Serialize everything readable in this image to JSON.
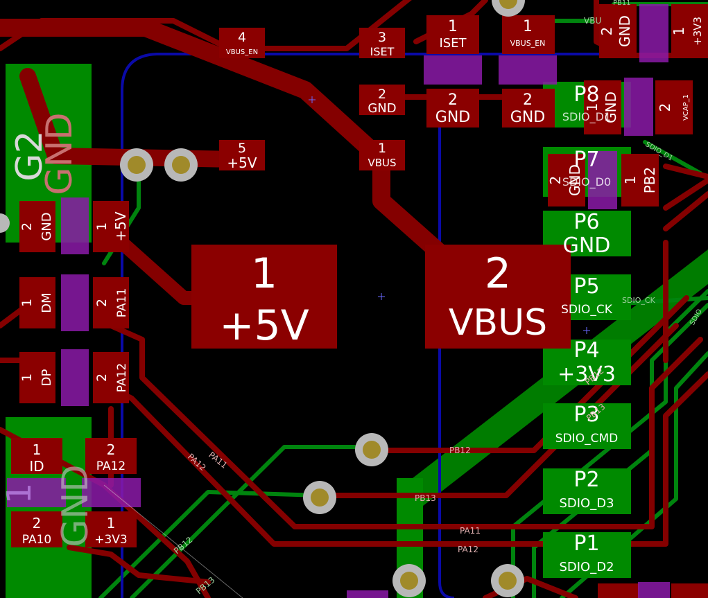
{
  "colors": {
    "background": "#000000",
    "front_copper": "#840000",
    "back_copper": "#00840e",
    "back_zone": "#008a00",
    "pad": "#8b0000",
    "pad_text": "#ffffff",
    "mask_overlay": "#8b1aa8",
    "edge": "#00009c",
    "via_ring": "#b8b8b8",
    "via_hole": "#a08a2a"
  },
  "pads": {
    "vbus_en_small": {
      "num": "4",
      "net": "VBUS_EN"
    },
    "iset": {
      "num": "3",
      "net": "ISET"
    },
    "iset_1": {
      "num": "1",
      "net": "ISET"
    },
    "vbus_en_1": {
      "num": "1",
      "net": "VBUS_EN"
    },
    "gnd_a": {
      "num": "2",
      "net": "GND"
    },
    "gnd_b": {
      "num": "2",
      "net": "GND"
    },
    "gnd_c": {
      "num": "2",
      "net": "GND"
    },
    "vbus_small": {
      "num": "1",
      "net": "VBUS"
    },
    "plus5v_small": {
      "num": "5",
      "net": "+5V"
    },
    "big_5v": {
      "num": "1",
      "net": "+5V"
    },
    "big_vbus": {
      "num": "2",
      "net": "VBUS"
    },
    "left_gnd": {
      "num": "2",
      "net": "GND"
    },
    "left_5v": {
      "num": "1",
      "net": "+5V"
    },
    "left_dm": {
      "num": "1",
      "net": "DM"
    },
    "left_pa11": {
      "num": "2",
      "net": "PA11"
    },
    "left_dp": {
      "num": "1",
      "net": "DP"
    },
    "left_pa12": {
      "num": "2",
      "net": "PA12"
    },
    "id": {
      "num": "1",
      "net": "ID"
    },
    "pa12_bot": {
      "num": "2",
      "net": "PA12"
    },
    "pa10": {
      "num": "2",
      "net": "PA10"
    },
    "v33_bot": {
      "num": "1",
      "net": "+3V3"
    },
    "top_gnd": {
      "num": "2",
      "net": "GND"
    },
    "top_3v3": {
      "num": "1",
      "net": "+3V3"
    },
    "vcap_gnd": {
      "num": "1",
      "net": "GND"
    },
    "vcap": {
      "num": "2",
      "net": "VCAP_1"
    },
    "pb2_gnd": {
      "num": "2",
      "net": "GND"
    },
    "pb2": {
      "num": "1",
      "net": "PB2"
    }
  },
  "sd_pads": [
    {
      "num": "P8",
      "net": "SDIO_D1"
    },
    {
      "num": "P7",
      "net": "SDIO_D0"
    },
    {
      "num": "P6",
      "net": "GND"
    },
    {
      "num": "P5",
      "net": "SDIO_CK"
    },
    {
      "num": "P4",
      "net": "+3V3"
    },
    {
      "num": "P3",
      "net": "SDIO_CMD"
    },
    {
      "num": "P2",
      "net": "SDIO_D3"
    },
    {
      "num": "P1",
      "net": "SDIO_D2"
    }
  ],
  "conn_labels": {
    "g2": "G2",
    "gnd_top": "GND",
    "gnd_bot": "GND",
    "one": "1"
  },
  "track_labels": {
    "pb12": "PB12",
    "pb13": "PB13",
    "pa11": "PA11",
    "pa12": "PA12",
    "pa11_diag": "PA11",
    "pa12_diag": "PA12",
    "pb12_b": "PB12",
    "pb13_b": "PB13",
    "pb13_diag": "PB13",
    "pb12_diag": "PB12",
    "sdio_ck": "SDIO_CK",
    "sdio_d1": "SDIO_D1",
    "vbu": "VBU",
    "pb11": "PB11",
    "sdio_diag": "SDIO"
  }
}
